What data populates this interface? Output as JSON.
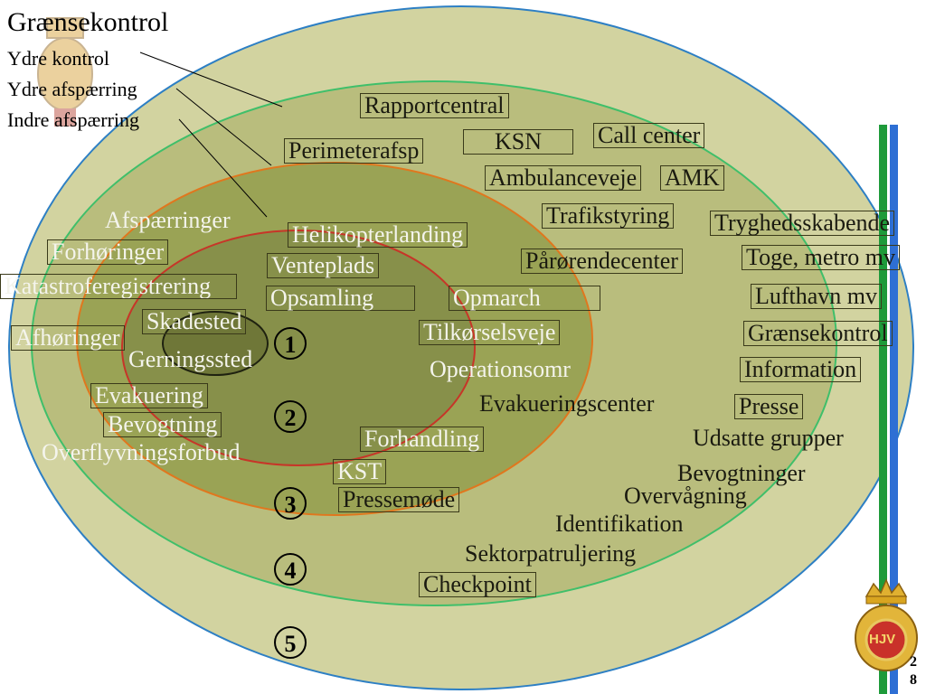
{
  "legend": {
    "title": "Grænsekontrol",
    "items": [
      "Ydre kontrol",
      "Ydre afspærring",
      "Indre afspærring"
    ]
  },
  "zone_numbers": [
    "1",
    "2",
    "3",
    "4",
    "5"
  ],
  "labels": {
    "rapportcentral": "Rapportcentral",
    "ksn": "KSN",
    "call_center": "Call center",
    "perimeterafsp": "Perimeterafsp",
    "ambulanceveje": "Ambulanceveje",
    "amk": "AMK",
    "trafikstyring": "Trafikstyring",
    "tryghedsskabende": "Tryghedsskabende",
    "afsparringer": "Afspærringer",
    "helikopterlanding": "Helikopterlanding",
    "forhoringer": "Forhøringer",
    "venteplads": "Venteplads",
    "parorendecenter": "Pårørendecenter",
    "toge_metro": "Toge, metro mv",
    "katastroferegistrering": "Katastroferegistrering",
    "opsamling": "Opsamling",
    "opmarch": "Opmarch",
    "lufthavn": "Lufthavn mv",
    "skadested": "Skadested",
    "afhoringer": "Afhøringer",
    "tilkorselsveje": "Tilkørselsveje",
    "gransekontrol": "Grænsekontrol",
    "gerningssted": "Gerningssted",
    "operationsomr": "Operationsomr",
    "information": "Information",
    "evakuering": "Evakuering",
    "evakueringscenter": "Evakueringscenter",
    "presse": "Presse",
    "bevogtning": "Bevogtning",
    "forhandling": "Forhandling",
    "udsatte_grupper": "Udsatte grupper",
    "overflyvningsforbud": "Overflyvningsforbud",
    "kst": "KST",
    "bevogtninger": "Bevogtninger",
    "pressemode": "Pressemøde",
    "overvagning": "Overvågning",
    "identifikation": "Identifikation",
    "sektorpatruljering": "Sektorpatruljering",
    "checkpoint": "Checkpoint"
  },
  "logo_text": "HJV",
  "slide_number": [
    "2",
    "8"
  ],
  "colors": {
    "zone_outer": "#d2d3a0",
    "zone_second": "#b9bd7d",
    "zone_third": "#9aa355",
    "zone_fourth": "#87904a",
    "zone_inner": "#6f7738",
    "ring_blue": "#2d7fc4",
    "ring_green": "#3fbf6a",
    "ring_orange": "#e0771e",
    "ring_red": "#c73528",
    "stripe_green": "#1e9a3a",
    "stripe_blue": "#2e6fd4"
  }
}
